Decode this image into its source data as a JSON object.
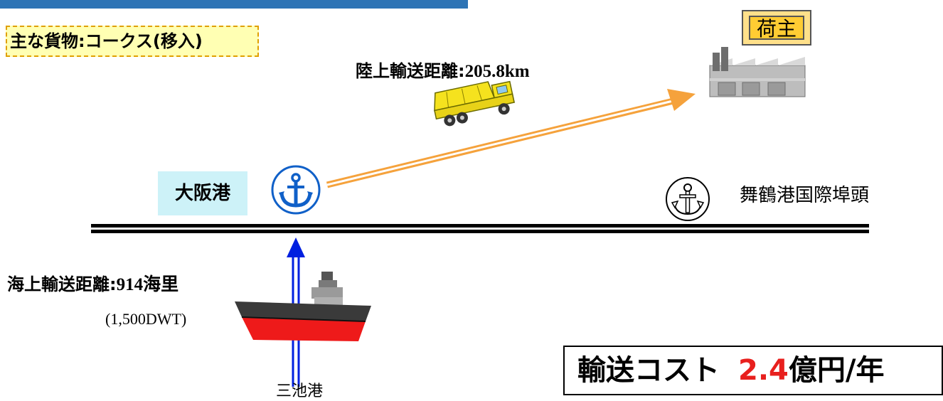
{
  "cargo": {
    "label": "主な貨物:コークス(移入)"
  },
  "land_route": {
    "label_prefix": "陸上輸送距離:",
    "distance": "205.8km"
  },
  "shipper": {
    "label": "荷主"
  },
  "origin_port": {
    "label": "大阪港"
  },
  "alt_port": {
    "label": "舞鶴港国際埠頭"
  },
  "sea_route": {
    "label_prefix": "海上輸送距離:",
    "distance": "914海里",
    "vessel": "(1,500DWT)"
  },
  "source_port": {
    "label": "三池港"
  },
  "cost": {
    "prefix": "輸送コスト",
    "value": "2.4",
    "unit": "億円/年"
  },
  "colors": {
    "route_arrow": "#f5a23c",
    "sea_arrow": "#0020e0",
    "anchor_blue": "#1060c8",
    "cost_value": "#e8201e"
  },
  "icons": [
    "anchor-icon",
    "factory-icon",
    "dump-truck-icon",
    "ship-icon"
  ]
}
